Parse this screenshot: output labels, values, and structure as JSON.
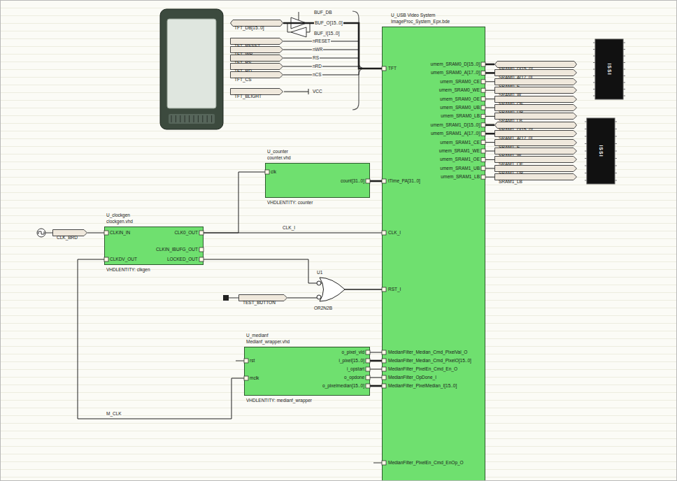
{
  "diagram": {
    "nodes": [
      {
        "text": [
          "TFT_DB[15..0]"
        ]
      },
      {
        "text": [
          "TFT_RESET"
        ]
      },
      {
        "text": [
          "TFT_WR"
        ]
      },
      {
        "text": [
          "TFT_RS"
        ]
      },
      {
        "text": [
          "TFT_RD"
        ]
      },
      {
        "text": [
          "TFT_CS"
        ]
      },
      {
        "text": [
          "TFT_BLIGHT"
        ]
      },
      {
        "text": [
          "U_USB Video System",
          "ImageProc_System_Epx.bde"
        ]
      },
      {
        "text": [
          "SRAM0_D[15..0]"
        ]
      },
      {
        "text": [
          "SRAM0_A[17..0]"
        ]
      },
      {
        "text": [
          "SRAM0_E"
        ]
      },
      {
        "text": [
          "SRAM0_W"
        ]
      },
      {
        "text": [
          "SRAM0_OE"
        ]
      },
      {
        "text": [
          "SRAM0_UB"
        ]
      },
      {
        "text": [
          "SRAM0_LB"
        ]
      },
      {
        "text": [
          "SRAM1_D[15..0]"
        ]
      },
      {
        "text": [
          "SRAM1_A[17..0]"
        ]
      },
      {
        "text": [
          "SRAM1_E"
        ]
      },
      {
        "text": [
          "SRAM1_W"
        ]
      },
      {
        "text": [
          "SRAM1_OE"
        ]
      },
      {
        "text": [
          "SRAM1_UB"
        ]
      },
      {
        "text": [
          "SRAM1_LB"
        ]
      },
      {
        "text": [
          "U_counter",
          "counter.vhd",
          "VHDLENTITY: counter"
        ]
      },
      {
        "text": [
          "CLK_BRD"
        ]
      },
      {
        "text": [
          "U_clockgen",
          "clockgen.vhd",
          "VHDLENTITY: clkgen"
        ]
      },
      {
        "text": [
          "TEST_BUTTON"
        ]
      },
      {
        "text": [
          "U_medianf",
          "Medianf_wrapper.vhd",
          "VHDLENTITY: medianf_wrapper"
        ]
      }
    ],
    "edges": [
      {
        "from": 0,
        "to": 7,
        "arrow": "none"
      },
      {
        "from": 1,
        "to": 7,
        "arrow": "none"
      },
      {
        "from": 2,
        "to": 7,
        "arrow": "none"
      },
      {
        "from": 3,
        "to": 7,
        "arrow": "none"
      },
      {
        "from": 4,
        "to": 7,
        "arrow": "none"
      },
      {
        "from": 5,
        "to": 7,
        "arrow": "none"
      },
      {
        "from": 7,
        "to": 8,
        "arrow": "none"
      },
      {
        "from": 7,
        "to": 9,
        "arrow": "none"
      },
      {
        "from": 7,
        "to": 10,
        "arrow": "none"
      },
      {
        "from": 7,
        "to": 11,
        "arrow": "none"
      },
      {
        "from": 7,
        "to": 12,
        "arrow": "none"
      },
      {
        "from": 7,
        "to": 13,
        "arrow": "none"
      },
      {
        "from": 7,
        "to": 14,
        "arrow": "none"
      },
      {
        "from": 7,
        "to": 15,
        "arrow": "none"
      },
      {
        "from": 7,
        "to": 16,
        "arrow": "none"
      },
      {
        "from": 7,
        "to": 17,
        "arrow": "none"
      },
      {
        "from": 7,
        "to": 18,
        "arrow": "none"
      },
      {
        "from": 7,
        "to": 19,
        "arrow": "none"
      },
      {
        "from": 7,
        "to": 20,
        "arrow": "none"
      },
      {
        "from": 7,
        "to": 21,
        "arrow": "none"
      },
      {
        "from": 23,
        "to": 24,
        "arrow": "none"
      },
      {
        "from": 24,
        "to": 22,
        "arrow": "none"
      },
      {
        "from": 24,
        "to": 7,
        "label": "CLK_I",
        "arrow": "none"
      },
      {
        "from": 22,
        "to": 7,
        "arrow": "none"
      },
      {
        "from": 24,
        "to": 7,
        "arrow": "none"
      },
      {
        "from": 25,
        "to": 7,
        "arrow": "none"
      },
      {
        "from": 24,
        "to": 26,
        "label": "M_CLK",
        "arrow": "none"
      },
      {
        "from": 26,
        "to": 7,
        "arrow": "none"
      },
      {
        "from": 26,
        "to": 7,
        "arrow": "none"
      },
      {
        "from": 26,
        "to": 7,
        "arrow": "none"
      },
      {
        "from": 26,
        "to": 7,
        "arrow": "none"
      },
      {
        "from": 26,
        "to": 7,
        "arrow": "none"
      }
    ],
    "labels": [
      "BUF_DB",
      "BUF_O[15..0]",
      "BUF_I[15..0]",
      "nRESET",
      "nWR",
      "RS",
      "nRD",
      "nCS",
      "VCC",
      "TFT",
      "tTime_PA[31..0]",
      "CLK_I",
      "RST_I",
      "MedianFilter_Median_Cmd_PixelVal_O",
      "MedianFilter_Median_Cmd_PixelO[15..0]",
      "MedianFilter_PixelEn_Cmd_En_O",
      "MedianFilter_OpDone_I",
      "MedianFilter_PixelMedian_I[15..0]",
      "MedianFilter_PixelEn_Cmd_EnOp_O",
      "umem_SRAM0_D[15..0]",
      "umem_SRAM0_A[17..0]",
      "umem_SRAM0_CE",
      "umem_SRAM0_WE",
      "umem_SRAM0_OE",
      "umem_SRAM0_UB",
      "umem_SRAM0_LB",
      "umem_SRAM1_D[15..0]",
      "umem_SRAM1_A[17..0]",
      "umem_SRAM1_CE",
      "umem_SRAM1_WE",
      "umem_SRAM1_OE",
      "umem_SRAM1_UB",
      "umem_SRAM1_LB",
      "CLKIN_IN",
      "CLK0_OUT",
      "CLKIN_IBUFG_OUT",
      "CLKDV_OUT",
      "LOCKED_OUT",
      "clk",
      "count[31..0]",
      "rst",
      "mclk",
      "o_pixel_vld",
      "i_pixel[15..0]",
      "i_opstart",
      "o_opdone",
      "o_pixelmedian[15..0]",
      "U1",
      "OR2N2B",
      "ISSI",
      "ISSI"
    ]
  }
}
